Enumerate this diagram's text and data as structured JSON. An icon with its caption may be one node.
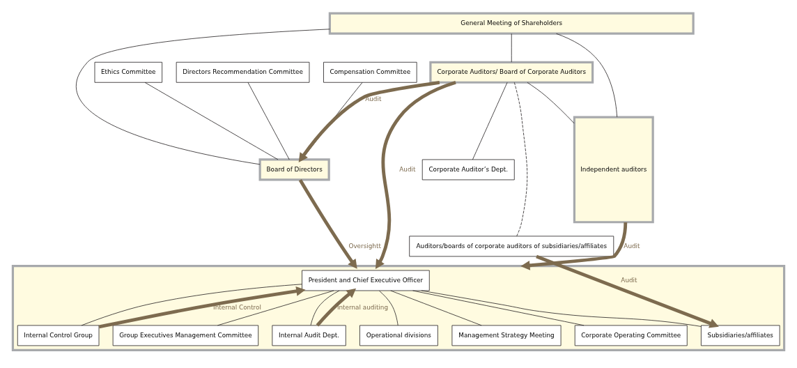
{
  "diagram": {
    "nodes": [
      {
        "text": [
          "General Meeting of Shareholders"
        ]
      },
      {
        "text": [
          "Ethics Committee"
        ]
      },
      {
        "text": [
          "Board of Directors"
        ]
      },
      {
        "text": [
          "Directors Recommendation Committee"
        ]
      },
      {
        "text": [
          "Compensation Committee"
        ]
      },
      {
        "text": [
          "Corporate Auditors/ Board of Corporate Auditors"
        ]
      },
      {
        "text": [
          "Corporate Auditor’s Dept."
        ]
      },
      {
        "text": [
          "Independent auditors"
        ]
      },
      {
        "text": [],
        "shape": "box"
      },
      {
        "text": [
          "President and Chief Executive Officer"
        ],
        "in": 8
      },
      {
        "text": [
          "Internal Control Group"
        ],
        "in": 8
      },
      {
        "text": [
          "Internal Audit Dept."
        ],
        "in": 8
      },
      {
        "text": [
          "Management Strategy Meeting"
        ],
        "in": 8
      },
      {
        "text": [
          "Corporate Operating Committee"
        ],
        "in": 8
      },
      {
        "text": [
          "Group Executives Management Committee"
        ],
        "in": 8
      },
      {
        "text": [
          "Operational divisions"
        ],
        "in": 8
      },
      {
        "text": [
          "Subsidiaries/affiliates"
        ],
        "in": 8
      },
      {
        "text": [
          "Auditors/boards of corporate auditors of subsidiaries/affiliates"
        ]
      }
    ],
    "edges": [
      {
        "from": 0,
        "to": 2,
        "arrow": "none"
      },
      {
        "from": 0,
        "to": 5,
        "arrow": "none"
      },
      {
        "from": 0,
        "to": 7,
        "arrow": "none"
      },
      {
        "from": 1,
        "to": 2,
        "arrow": "none"
      },
      {
        "from": 3,
        "to": 2,
        "arrow": "none"
      },
      {
        "from": 4,
        "to": 2,
        "arrow": "none"
      },
      {
        "from": 5,
        "to": 2,
        "arrow": "to",
        "label": "Audit",
        "style": "thick",
        "color": "#7d6b4f"
      },
      {
        "from": 5,
        "to": 7,
        "arrow": "none"
      },
      {
        "from": 5,
        "to": 6,
        "arrow": "none"
      },
      {
        "from": 5,
        "to": 17,
        "arrow": "none",
        "style": "dashed"
      },
      {
        "from": 2,
        "to": 8,
        "arrow": "to",
        "label": "Oversightt",
        "style": "thick",
        "color": "#7d6b4f"
      },
      {
        "from": 5,
        "to": 8,
        "arrow": "to",
        "label": "Audit",
        "style": "thick",
        "color": "#7d6b4f"
      },
      {
        "from": 7,
        "to": 8,
        "arrow": "to",
        "label": "Audit",
        "style": "thick",
        "color": "#7d6b4f"
      },
      {
        "from": 9,
        "to": 10,
        "arrow": "none"
      },
      {
        "from": 9,
        "to": 11,
        "arrow": "none"
      },
      {
        "from": 10,
        "to": 9,
        "arrow": "to",
        "label": "Internal Control",
        "style": "thick",
        "color": "#7d6b4f"
      },
      {
        "from": 11,
        "to": 9,
        "arrow": "to",
        "label": "Internal auditing",
        "style": "thick",
        "color": "#7d6b4f"
      },
      {
        "from": 9,
        "to": 12,
        "arrow": "none"
      },
      {
        "from": 9,
        "to": 13,
        "arrow": "none"
      },
      {
        "from": 9,
        "to": 14,
        "arrow": "none"
      },
      {
        "from": 9,
        "to": 15,
        "arrow": "none"
      },
      {
        "from": 9,
        "to": 16,
        "arrow": "none"
      },
      {
        "from": 17,
        "to": 16,
        "arrow": "to",
        "label": "Audit",
        "style": "thick",
        "color": "#7d6b4f"
      }
    ]
  }
}
